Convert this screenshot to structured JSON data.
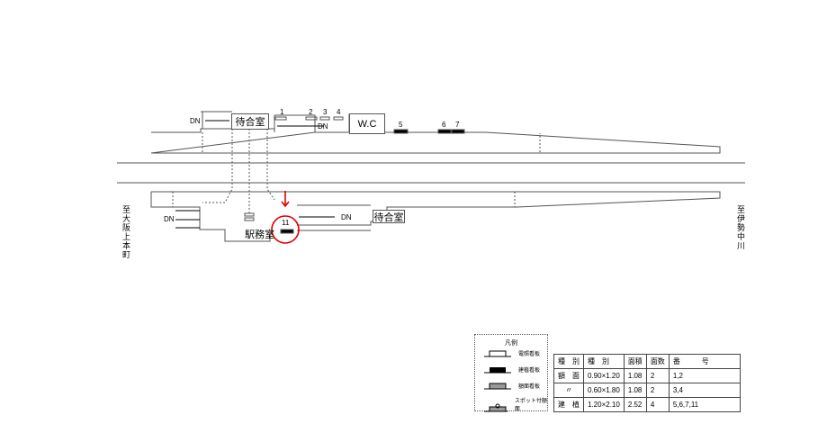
{
  "labels": {
    "waiting_room_top": "待合室",
    "waiting_room_bottom": "待合室",
    "station_office": "駅務室",
    "wc": "W.C",
    "dn": "DN",
    "to_left": "至大阪上本町",
    "to_right": "至伊勢中川"
  },
  "sign_numbers": [
    "1",
    "2",
    "3",
    "4",
    "5",
    "6",
    "7",
    "11"
  ],
  "legend": {
    "title": "凡例",
    "items": [
      "電照看板",
      "建植看板",
      "額面看板",
      "スポット付額面"
    ]
  },
  "table": {
    "headers": [
      "種　別",
      "種　別",
      "面積",
      "面数",
      "番　　　号"
    ],
    "rows": [
      [
        "額　面",
        "0.90×1.20",
        "1.08",
        "2",
        "1,2"
      ],
      [
        "〃",
        "0.60×1.80",
        "1.08",
        "2",
        "3,4"
      ],
      [
        "建　植",
        "1.20×2.10",
        "2.52",
        "4",
        "5,6,7,11"
      ]
    ]
  },
  "colors": {
    "highlight": "#e00000"
  }
}
